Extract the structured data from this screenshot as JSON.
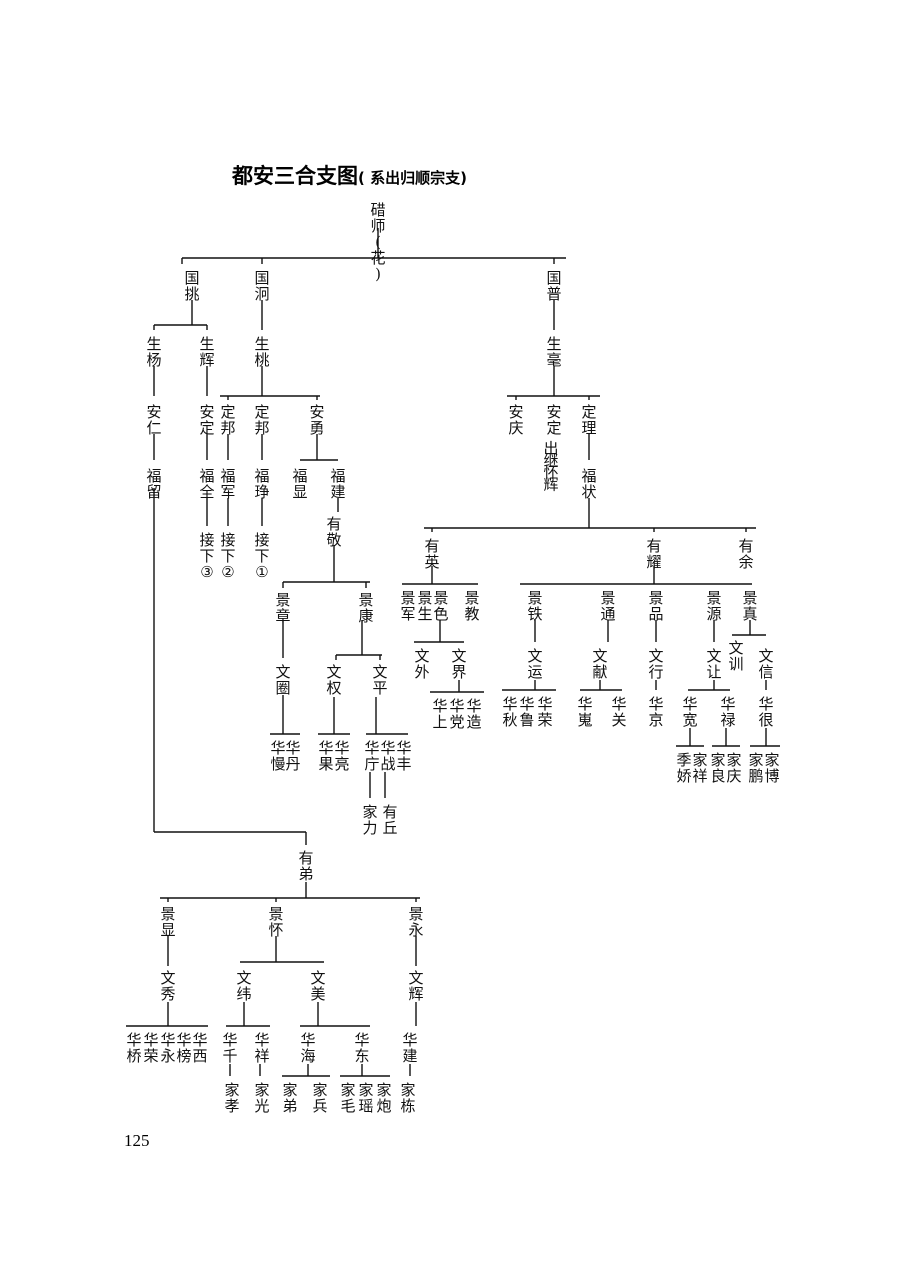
{
  "page": {
    "title": "都安三合支图",
    "subtitle": "( 系出归顺宗支)",
    "page_number": "125"
  },
  "tree": {
    "root": "碏师(花)",
    "gen2": {
      "guo_tiao": "国挑",
      "guo_jiong": "国泂",
      "guo_pu": "国普"
    },
    "gen3": {
      "sheng_yang": "生杨",
      "sheng_hui": "生辉",
      "sheng_tao": "生桃",
      "sheng_hao": "生毫"
    },
    "gen4": {
      "an_ren": "安仁",
      "an_ding_a": "安定",
      "ding_bang_a": "定邦",
      "ding_bang_b": "定邦",
      "an_yong": "安勇",
      "an_qing": "安庆",
      "an_ding_b": "安定",
      "ding_li": "定理",
      "adopted_note": "出继怀辉"
    },
    "gen5": {
      "fu_liu": "福留",
      "fu_quan": "福全",
      "fu_jun": "福军",
      "fu_zheng": "福琤",
      "fu_xian": "福显",
      "fu_jian": "福建",
      "fu_zhuang": "福状"
    },
    "continued": {
      "c3": "接下③",
      "c2": "接下②",
      "c1": "接下①"
    },
    "gen6": {
      "you_jing": "有敬",
      "you_ying": "有英",
      "you_yao": "有耀",
      "you_yu": "有余",
      "you_di": "有弟"
    },
    "gen7": {
      "jing_zhang": "景章",
      "jing_kang": "景康",
      "jing_jun": "景军",
      "jing_sheng": "景生",
      "jing_se": "景色",
      "jing_jiao": "景教",
      "jing_tie": "景铁",
      "jing_tong": "景通",
      "jing_pin": "景品",
      "jing_yuan": "景源",
      "jing_zhen": "景真",
      "jing_xian": "景显",
      "jing_huai": "景怀",
      "jing_yong": "景永"
    },
    "gen8": {
      "wen_quan": "文圈",
      "wen_quan2": "文权",
      "wen_ping": "文平",
      "wen_wai": "文外",
      "wen_jie": "文界",
      "wen_yun": "文运",
      "wen_xian": "文献",
      "wen_xing": "文行",
      "wen_rang": "文让",
      "wen_xun": "文训",
      "wen_xin": "文信",
      "wen_xiu": "文秀",
      "wen_wei": "文纬",
      "wen_mei": "文美",
      "wen_hui": "文辉"
    },
    "gen9": {
      "hua_man": "华慢",
      "hua_dan": "华丹",
      "hua_guo": "华果",
      "hua_liang": "华亮",
      "hua_ting": "华庁",
      "hua_zhan": "华战",
      "hua_feng": "华丰",
      "hua_shang": "华上",
      "hua_dang": "华党",
      "hua_zao": "华造",
      "hua_qiu": "华秋",
      "hua_lu": "华鲁",
      "hua_rong_a": "华荣",
      "hua_wei": "华嵬",
      "hua_guan": "华关",
      "hua_jing": "华京",
      "hua_kuan": "华宽",
      "hua_lu2": "华禄",
      "hua_hen": "华很",
      "hua_qiao": "华桥",
      "hua_rong_b": "华荣",
      "hua_yong": "华永",
      "hua_bang": "华榜",
      "hua_xi": "华西",
      "hua_qian": "华千",
      "hua_xiang": "华祥",
      "hua_hai": "华海",
      "hua_dong": "华东",
      "hua_jian": "华建"
    },
    "gen10": {
      "jia_li": "家力",
      "you_qiu": "有丘",
      "ji_jiao": "季娇",
      "jia_xiang": "家祥",
      "jia_liang": "家良",
      "jia_qing": "家庆",
      "jia_peng": "家鹏",
      "jia_bo": "家博",
      "jia_xiao": "家孝",
      "jia_guang": "家光",
      "jia_di": "家弟",
      "jia_bing": "家兵",
      "jia_mao": "家毛",
      "jia_yao": "家瑶",
      "jia_pao": "家炮",
      "jia_dong": "家栋"
    }
  }
}
